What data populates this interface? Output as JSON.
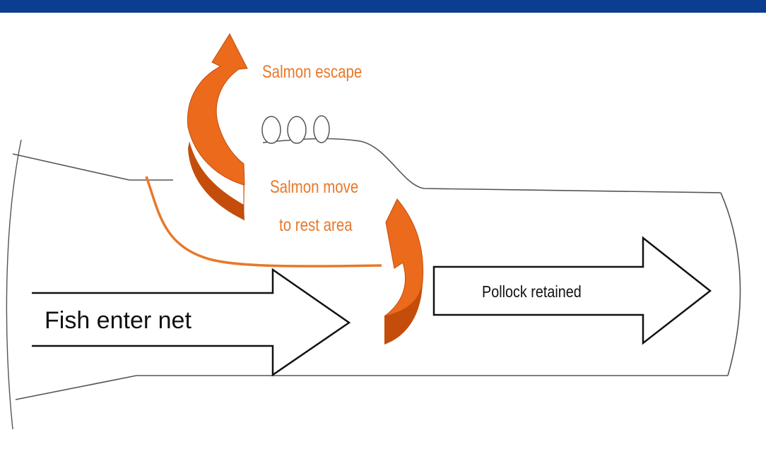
{
  "header": {
    "bar_color": "#0b3e91"
  },
  "labels": {
    "salmon_escape": "Salmon escape",
    "salmon_move_line1": "Salmon move",
    "salmon_move_line2": "to rest area",
    "fish_enter": "Fish enter net",
    "pollock_retained": "Pollock retained"
  },
  "colors": {
    "accent_orange": "#e8782a",
    "arrow_front": "#ec6a1c",
    "arrow_back": "#c44d0c",
    "outline": "#555555"
  }
}
